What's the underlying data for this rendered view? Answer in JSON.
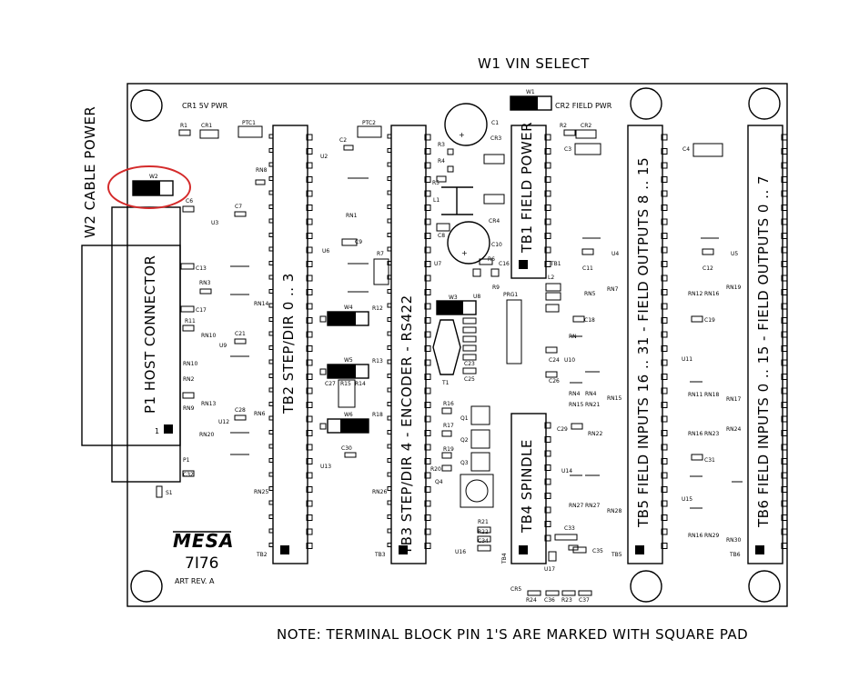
{
  "board": {
    "top_label": "W1 VIN SELECT",
    "note": "NOTE: TERMINAL BLOCK PIN 1'S ARE MARKED WITH SQUARE PAD",
    "left_vertical_label": "W2 CABLE POWER",
    "host_connector": "P1 HOST CONNECTOR",
    "logo": "MESA",
    "model": "7I76",
    "art_rev": "ART REV. A",
    "pin1_label": "1"
  },
  "terminal_blocks": [
    {
      "id": "tb2",
      "label": "TB2 STEP/DIR 0 .. 3",
      "ref": "TB2"
    },
    {
      "id": "tb3",
      "label": "TB3 STEP/DIR 4 - ENCODER - RS422",
      "ref": "TB3"
    },
    {
      "id": "tb1",
      "label": "TB1 FIELD POWER",
      "ref": "TB1"
    },
    {
      "id": "tb4",
      "label": "TB4 SPINDLE",
      "ref": "TB4"
    },
    {
      "id": "tb5",
      "label": "TB5 FIELD INPUTS 16 .. 31 - FIELD OUTPUTS 8 .. 15",
      "ref": "TB5"
    },
    {
      "id": "tb6",
      "label": "TB6 FIELD INPUTS 0 .. 15 - FIELD OUTPUTS 0 .. 7",
      "ref": "TB6"
    }
  ],
  "silkscreen": {
    "cr1": "CR1 5V PWR",
    "cr2": "CR2 FIELD PWR",
    "w1": "W1",
    "w2": "W2",
    "w3": "W3",
    "w4": "W4",
    "w5": "W5",
    "w6": "W6",
    "r1": "R1",
    "cr1_ref": "CR1",
    "ptc1": "PTC1",
    "ptc2": "PTC2",
    "c1": "C1",
    "r2": "R2",
    "cr2_ref": "CR2",
    "c3": "C3",
    "c4": "C4",
    "c2": "C2",
    "u2": "U2",
    "rn8": "RN8",
    "c6": "C6",
    "c7": "C7",
    "u3": "U3",
    "rn1": "RN1",
    "c9": "C9",
    "u6": "U6",
    "r7": "R7",
    "u7": "U7",
    "c13": "C13",
    "rn3": "RN3",
    "c17": "C17",
    "rn14": "RN14",
    "r11": "R11",
    "rn10": "RN10",
    "u9": "U9",
    "c21": "C21",
    "rn2": "RN2",
    "rn9": "RN9",
    "rn13": "RN13",
    "u12": "U12",
    "c28": "C28",
    "rn6": "RN6",
    "rn20": "RN20",
    "p1": "P1",
    "c32": "C32",
    "s1": "S1",
    "rn25": "RN25",
    "rn26": "RN26",
    "r12": "R12",
    "r13": "R13",
    "r18": "R18",
    "c27": "C27",
    "r15": "R15",
    "r14": "R14",
    "c30": "C30",
    "u13": "U13",
    "r3": "R3",
    "r4": "R4",
    "r5": "R5",
    "l1": "L1",
    "cr3": "CR3",
    "cr4": "CR4",
    "c8": "C8",
    "c10": "C10",
    "r6": "R6",
    "r9": "R9",
    "c16": "C16",
    "u8": "U8",
    "prg1": "PRG1",
    "c23": "C23",
    "c25": "C25",
    "t1": "T1",
    "r16": "R16",
    "q1": "Q1",
    "r17": "R17",
    "q2": "Q2",
    "r19": "R19",
    "r20": "R20",
    "q3": "Q3",
    "q4": "Q4",
    "r21": "R21",
    "r22": "R22",
    "c34": "C34",
    "u16": "U16",
    "u17": "U17",
    "cr5": "CR5",
    "r24": "R24",
    "c36": "C36",
    "r23": "R23",
    "c37": "C37",
    "c33": "C33",
    "c35": "C35",
    "c11": "C11",
    "u4": "U4",
    "c12": "C12",
    "u5": "U5",
    "l2": "L2",
    "rn5": "RN5",
    "rn7": "RN7",
    "c18": "C18",
    "c24": "C24",
    "u10": "U10",
    "c26": "C26",
    "rn4": "RN4",
    "rn21": "RN21",
    "rn15": "RN15",
    "c29": "C29",
    "rn22": "RN22",
    "u14": "U14",
    "rn27": "RN27",
    "rn28": "RN28",
    "rn12": "RN12",
    "rn16": "RN16",
    "rn19": "RN19",
    "c19": "C19",
    "u11": "U11",
    "rn11": "RN11",
    "rn18": "RN18",
    "rn17": "RN17",
    "rn23": "RN23",
    "rn24": "RN24",
    "c31": "C31",
    "u15": "U15",
    "rn29": "RN29",
    "rn30": "RN30",
    "rn_a": "RN",
    "tb1_ref": "TB1",
    "tb5_ref": "TB5",
    "tb6_ref": "TB6"
  },
  "colors": {
    "ink": "#000000",
    "highlight": "#d42a2a",
    "background": "#ffffff"
  }
}
